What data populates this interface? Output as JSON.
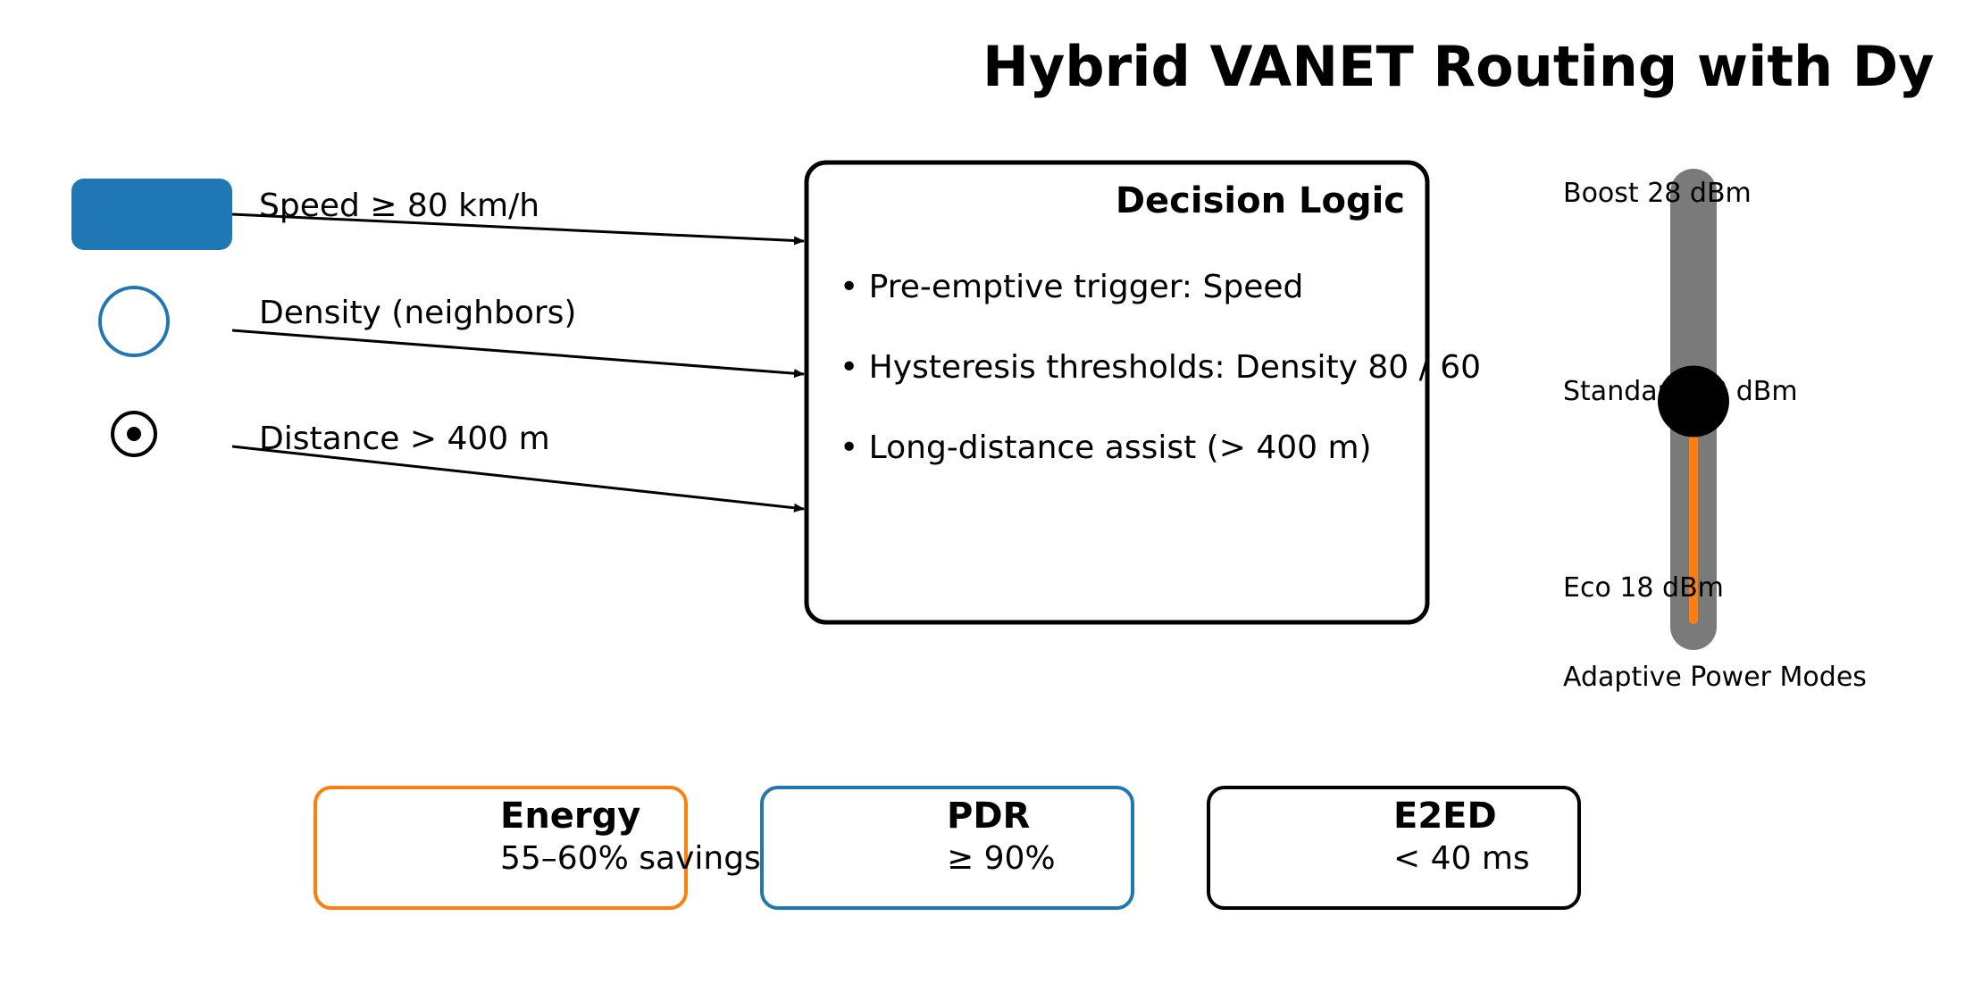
{
  "title": "Hybrid VANET Routing with Dy",
  "colors": {
    "blue": "#1f77b4",
    "orange": "#ff7f0e",
    "black": "#000000",
    "track_gray": "#7a7a7a"
  },
  "inputs": [
    {
      "label": "Speed ≥ 80 km/h",
      "icon": "car-icon"
    },
    {
      "label": "Density (neighbors)",
      "icon": "ring-icon"
    },
    {
      "label": "Distance > 400 m",
      "icon": "target-icon"
    }
  ],
  "decision": {
    "title": "Decision Logic",
    "items": [
      "• Pre-emptive trigger: Speed",
      "• Hysteresis thresholds: Density 80 / 60",
      "• Long-distance assist (> 400 m)"
    ]
  },
  "power": {
    "boost_label": "Boost 28 dBm",
    "standard_label": "Standard 23 dBm",
    "eco_label": "Eco 18 dBm",
    "caption": "Adaptive Power Modes",
    "level": 0.5
  },
  "metrics": [
    {
      "name": "Energy",
      "value": "55–60% savings"
    },
    {
      "name": "PDR",
      "value": "≥ 90%"
    },
    {
      "name": "E2ED",
      "value": "< 40 ms"
    }
  ]
}
